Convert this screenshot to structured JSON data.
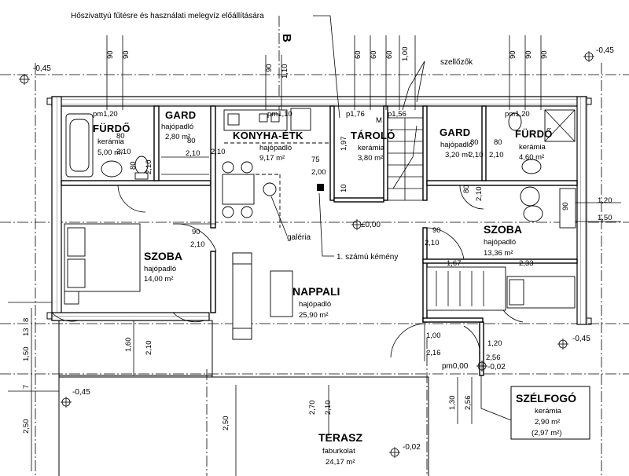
{
  "title": "Hőszivattyú fűtésre és használati melegvíz előállítására",
  "axis_label": "B",
  "vent_label": "szellőzők",
  "gallery_label": "galéria",
  "chimney_label": "1. számú kémény",
  "level_center": "±0,00",
  "levels": {
    "tl": "-0,45",
    "tr": "-0,45",
    "ml": "-0,45",
    "mr": "-0,45",
    "pm_entry": "pm0,00",
    "entry_out": "-0,02",
    "terrace": "-0,02"
  },
  "rooms": {
    "furdo_left": {
      "name": "FÜRDŐ",
      "floor": "kerámia",
      "area": "5,00 m²"
    },
    "gard_left": {
      "name": "GARD",
      "floor": "hajópadló",
      "area": "2,80 m²"
    },
    "konyha": {
      "name": "KONYHA-ÉTK",
      "floor": "hajópadló",
      "area": "9,17 m²"
    },
    "tarolo": {
      "name": "TÁROLÓ",
      "floor": "kerámia",
      "area": "3,80 m²"
    },
    "gard_right": {
      "name": "GARD",
      "floor": "hajópadló",
      "area": "3,20 m²"
    },
    "furdo_right": {
      "name": "FÜRDŐ",
      "floor": "kerámia",
      "area": "4,60 m²"
    },
    "szoba_left": {
      "name": "SZOBA",
      "floor": "hajópadló",
      "area": "14,00 m²"
    },
    "nappali": {
      "name": "NAPPALI",
      "floor": "hajópadló",
      "area": "25,90 m²"
    },
    "szoba_right": {
      "name": "SZOBA",
      "floor": "hajópadló",
      "area": "13,36 m²"
    },
    "szelfogo": {
      "name": "SZÉLFOGÓ",
      "floor": "kerámia",
      "area": "2,90 m²",
      "area2": "(2,97 m²)"
    },
    "terasz": {
      "name": "TERASZ",
      "floor": "faburkolat",
      "area": "24,17 m²"
    }
  },
  "dims": {
    "d90": "90",
    "d60": "60",
    "d100": "1,00",
    "d110": "1,10",
    "d80": "80",
    "d210": "2,10",
    "d197": "1,97",
    "d75": "75",
    "d200": "2,00",
    "d10": "10",
    "d120": "1,20",
    "d150": "1,50",
    "d167": "1,67",
    "d233": "2,33",
    "d160": "1,60",
    "d216": "2,16",
    "d256": "2,56",
    "d130": "1,30",
    "d270": "2,70",
    "d250": "2,50",
    "d13": "13",
    "d7": "7",
    "d8": "8",
    "pm120": "pm1,20",
    "pm176": "p1,76",
    "pm156": "p1,56",
    "pm110": "pm1,10",
    "m": "M"
  }
}
